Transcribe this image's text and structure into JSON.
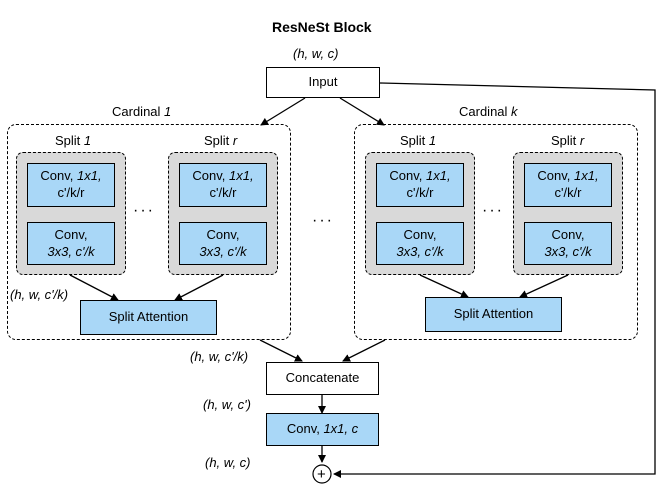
{
  "title": "ResNeSt Block",
  "input": {
    "label": "Input",
    "shape": "(h, w, c)"
  },
  "cardinals": [
    {
      "title_prefix": "Cardinal ",
      "title_index": "1",
      "splits": [
        {
          "title_prefix": "Split ",
          "title_index": "1",
          "conv1": {
            "prefix": "Conv, ",
            "kernel": "1x1,",
            "channels": "c'/k/r"
          },
          "conv2": {
            "prefix": "Conv,",
            "kernel": "3x3, c'/k"
          }
        },
        {
          "title_prefix": "Split ",
          "title_index": "r",
          "conv1": {
            "prefix": "Conv, ",
            "kernel": "1x1,",
            "channels": "c'/k/r"
          },
          "conv2": {
            "prefix": "Conv,",
            "kernel": "3x3, c'/k"
          }
        }
      ],
      "split_dots": "···",
      "attention": "Split Attention",
      "output_shape": "(h, w, c'/k)"
    },
    {
      "title_prefix": "Cardinal ",
      "title_index": "k",
      "splits": [
        {
          "title_prefix": "Split ",
          "title_index": "1",
          "conv1": {
            "prefix": "Conv, ",
            "kernel": "1x1,",
            "channels": "c'/k/r"
          },
          "conv2": {
            "prefix": "Conv,",
            "kernel": "3x3, c'/k"
          }
        },
        {
          "title_prefix": "Split ",
          "title_index": "r",
          "conv1": {
            "prefix": "Conv, ",
            "kernel": "1x1,",
            "channels": "c'/k/r"
          },
          "conv2": {
            "prefix": "Conv,",
            "kernel": "3x3, c'/k"
          }
        }
      ],
      "split_dots": "···",
      "attention": "Split Attention"
    }
  ],
  "cardinal_dots": "···",
  "concat": {
    "label": "Concatenate",
    "in_shape": "(h, w, c'/k)",
    "out_shape": "(h, w, c')"
  },
  "final_conv": {
    "prefix": "Conv, ",
    "kernel": "1x1, c",
    "out_shape": "(h, w, c)"
  },
  "sum": {
    "symbol": "+"
  }
}
